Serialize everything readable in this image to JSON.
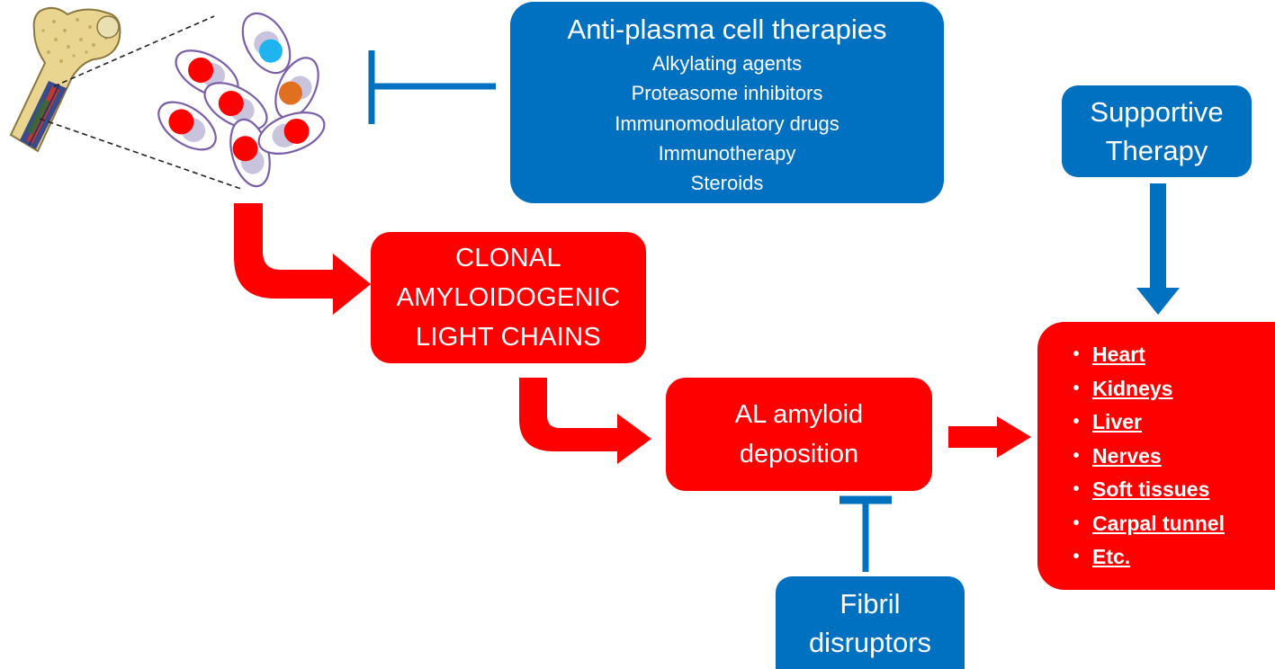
{
  "anti_plasma": {
    "title": "Anti-plasma cell therapies",
    "items": [
      "Alkylating agents",
      "Proteasome inhibitors",
      "Immunomodulatory drugs",
      "Immunotherapy",
      "Steroids"
    ]
  },
  "supportive": {
    "line1": "Supportive",
    "line2": "Therapy"
  },
  "clonal": {
    "line1": "CLONAL",
    "line2": "AMYLOIDOGENIC",
    "line3": "LIGHT CHAINS"
  },
  "al_deposition": {
    "line1": "AL amyloid",
    "line2": "deposition"
  },
  "fibril": {
    "line1": "Fibril",
    "line2": "disruptors"
  },
  "organs": {
    "bullet": "•",
    "items": [
      "Heart",
      "Kidneys",
      "Liver",
      "Nerves",
      "Soft tissues",
      "Carpal tunnel",
      "Etc."
    ]
  },
  "colors": {
    "therapy_blue": "#0070c0",
    "disease_red": "#ff0000",
    "plasma_cell_red": "#ff0000",
    "plasma_cell_blue": "#1fb4f0",
    "plasma_cell_orange": "#e07020",
    "cell_membrane": "#7b5ea7",
    "bone": "#e9d58f"
  },
  "icons": {
    "bone": "bone-marrow-icon",
    "cells": "plasma-cell-cluster-icon"
  }
}
